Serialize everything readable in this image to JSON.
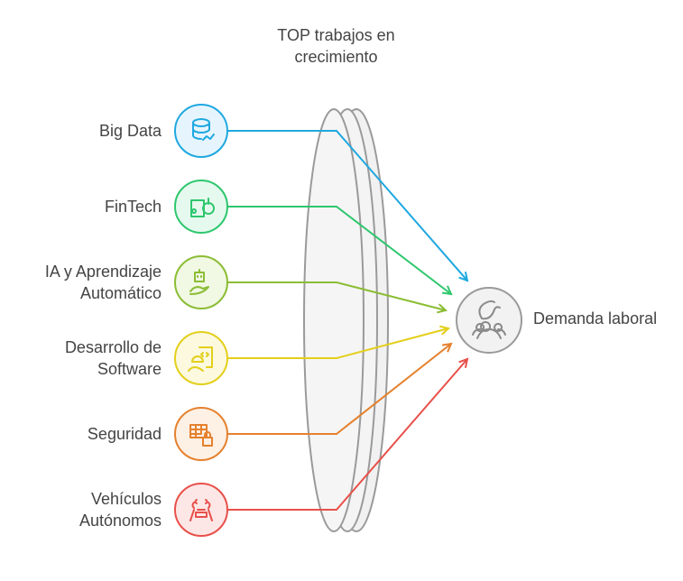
{
  "title": "TOP trabajos en crecimiento",
  "target": {
    "label": "Demanda laboral",
    "icon": "demand-people-icon",
    "color": "#8a8a8a"
  },
  "items": [
    {
      "label": "Big Data",
      "icon": "database-network-icon",
      "color": "#1fa8e0",
      "fill": "#e6f5fd"
    },
    {
      "label": "FinTech",
      "icon": "wallet-coin-icon",
      "color": "#2dc76d",
      "fill": "#e5f9ee"
    },
    {
      "label": "IA y Aprendizaje Automático",
      "icon": "robot-hand-icon",
      "color": "#8bbd34",
      "fill": "#f1f8e3"
    },
    {
      "label": "Desarrollo de Software",
      "icon": "developer-code-icon",
      "color": "#e3cf1a",
      "fill": "#fcf9df"
    },
    {
      "label": "Seguridad",
      "icon": "table-lock-icon",
      "color": "#e5812e",
      "fill": "#fdf0e4"
    },
    {
      "label": "Vehículos Autónomos",
      "icon": "autonomous-car-icon",
      "color": "#e8504a",
      "fill": "#fde7e6"
    }
  ]
}
